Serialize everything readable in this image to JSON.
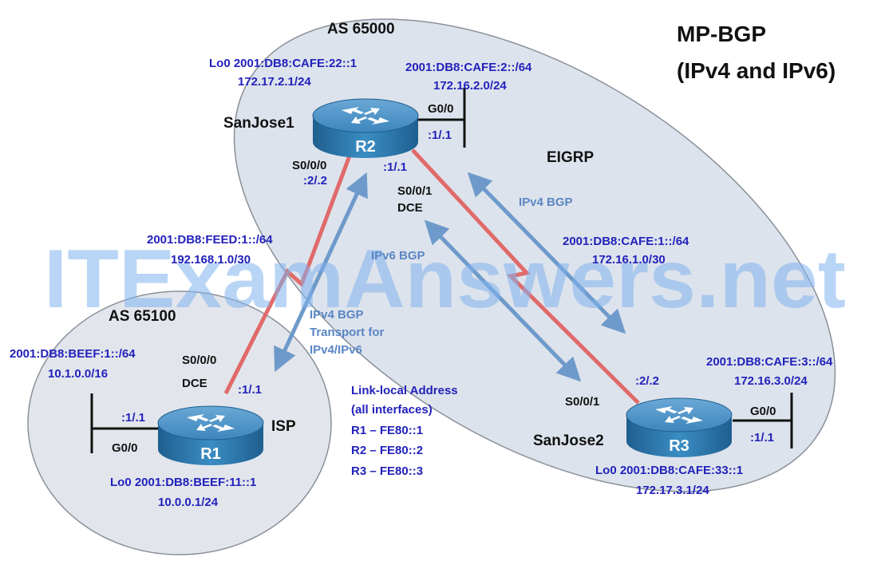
{
  "title": [
    "MP-BGP",
    "(IPv4 and IPv6)"
  ],
  "watermark": "ITExamAnswers.net",
  "areas": {
    "as65000": "AS 65000",
    "as65100": "AS 65100",
    "eigrp": "EIGRP"
  },
  "routers": {
    "r2": {
      "name": "SanJose1",
      "badge": "R2",
      "lo0": [
        "Lo0 2001:DB8:CAFE:22::1",
        "172.17.2.1/24"
      ],
      "lan": [
        "2001:DB8:CAFE:2::/64",
        "172.16.2.0/24"
      ],
      "g00": "G0/0",
      "g00_addr": ":1/.1",
      "s000": "S0/0/0",
      "s000_addr": ":2/.2",
      "s001_addr": ":1/.1",
      "s001": "S0/0/1",
      "dce": "DCE"
    },
    "r1": {
      "name": "ISP",
      "badge": "R1",
      "lan": [
        "2001:DB8:BEEF:1::/64",
        "10.1.0.0/16"
      ],
      "g00": "G0/0",
      "g00_addr": ":1/.1",
      "s000": "S0/0/0",
      "dce": "DCE",
      "s000_addr": ":1/.1",
      "lo0": [
        "Lo0 2001:DB8:BEEF:11::1",
        "10.0.0.1/24"
      ]
    },
    "r3": {
      "name": "SanJose2",
      "badge": "R3",
      "lan": [
        "2001:DB8:CAFE:3::/64",
        "172.16.3.0/24"
      ],
      "g00": "G0/0",
      "g00_addr": ":1/.1",
      "s001": "S0/0/1",
      "s001_addr": ":2/.2",
      "lo0": [
        "Lo0 2001:DB8:CAFE:33::1",
        "172.17.3.1/24"
      ]
    }
  },
  "links": {
    "r1_r2": [
      "2001:DB8:FEED:1::/64",
      "192.168.1.0/30"
    ],
    "r2_r3": [
      "2001:DB8:CAFE:1::/64",
      "172.16.1.0/30"
    ]
  },
  "bgp": {
    "ipv4": "IPv4 BGP",
    "ipv6": "IPv6 BGP",
    "transport": [
      "IPv4 BGP",
      "Transport for",
      "IPv4/IPv6"
    ]
  },
  "linklocal": [
    "Link-local Address",
    "(all interfaces)",
    "R1 – FE80::1",
    "R2 – FE80::2",
    "R3 – FE80::3"
  ],
  "colors": {
    "serial_link": "#e06a6a",
    "bgp_arrow": "#6e9acb",
    "area_fill": "#dde3ec",
    "router_body": "#2f7fb5",
    "label_blue": "#2222bb"
  }
}
